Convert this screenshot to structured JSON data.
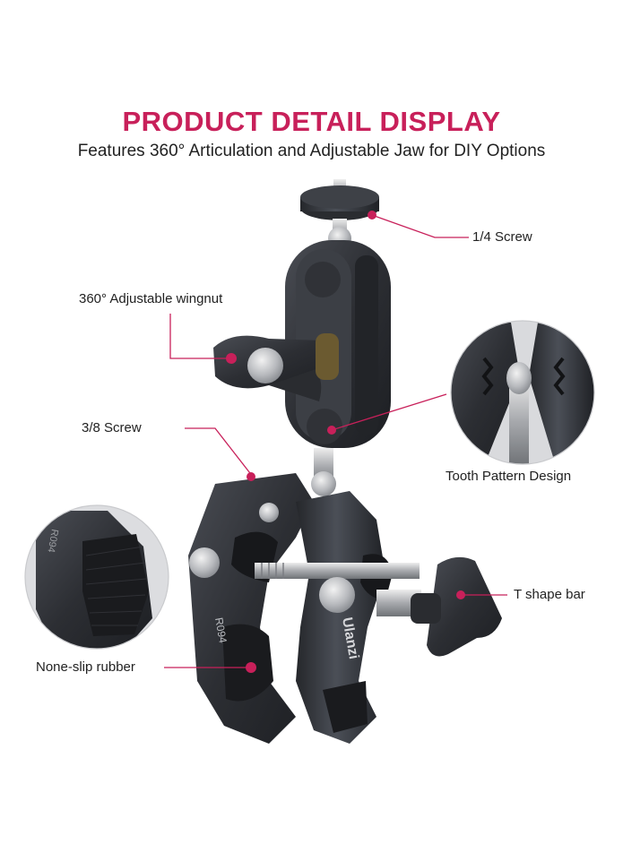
{
  "header": {
    "title": "PRODUCT DETAIL DISPLAY",
    "subtitle": "Features 360° Articulation and Adjustable Jaw for DIY Options"
  },
  "callouts": {
    "screw_quarter": "1/4 Screw",
    "wingnut": "360° Adjustable wingnut",
    "screw_three_eighths": "3/8 Screw",
    "tooth_pattern": "Tooth Pattern Design",
    "t_shape_bar": "T shape bar",
    "non_slip_rubber": "None-slip rubber"
  },
  "product": {
    "brand": "Ulanzi",
    "model": "R094"
  },
  "colors": {
    "accent": "#c8205a",
    "line": "#c8205a",
    "metal_dark": "#2b2d31",
    "metal_mid": "#3d4046",
    "metal_light": "#5a5e66"
  }
}
